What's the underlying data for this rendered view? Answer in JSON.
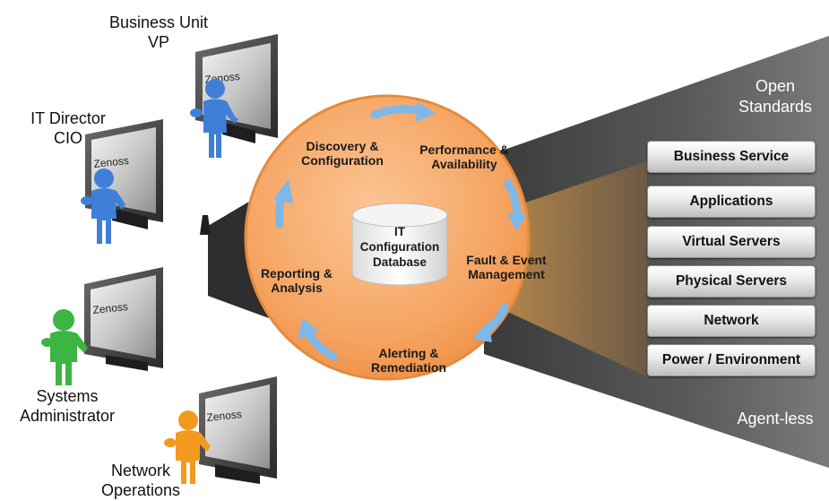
{
  "roles": [
    {
      "line1": "Business Unit",
      "line2": "VP",
      "monitor_brand": "Zenoss",
      "person_color": "#3f7fd8"
    },
    {
      "line1": "IT Director",
      "line2": "CIO",
      "monitor_brand": "Zenoss",
      "person_color": "#3f7fd8"
    },
    {
      "line1": "Systems",
      "line2": "Administrator",
      "monitor_brand": "Zenoss",
      "person_color": "#3cb543"
    },
    {
      "line1": "Network",
      "line2": "Operations",
      "monitor_brand": "Zenoss",
      "person_color": "#f29a1f"
    }
  ],
  "cycle": {
    "center": {
      "line1": "IT",
      "line2": "Configuration",
      "line3": "Database"
    },
    "steps": [
      {
        "line1": "Discovery &",
        "line2": "Configuration"
      },
      {
        "line1": "Performance &",
        "line2": "Availability"
      },
      {
        "line1": "Fault & Event",
        "line2": "Management"
      },
      {
        "line1": "Alerting &",
        "line2": "Remediation"
      },
      {
        "line1": "Reporting &",
        "line2": "Analysis"
      }
    ],
    "circle_color": "#f5a462",
    "arrow_color": "#7db8e8"
  },
  "stack": {
    "top_label": {
      "line1": "Open",
      "line2": "Standards"
    },
    "bottom_label": "Agent-less",
    "layers": [
      "Business Service",
      "Applications",
      "Virtual Servers",
      "Physical Servers",
      "Network",
      "Power / Environment"
    ]
  }
}
